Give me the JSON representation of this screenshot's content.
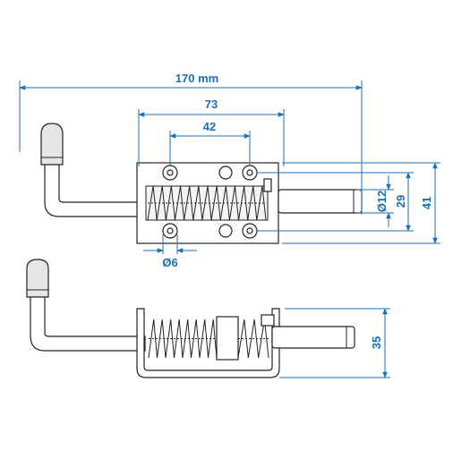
{
  "dimensions": {
    "overall_length": "170 mm",
    "housing_length": "73",
    "hole_spacing": "42",
    "hole_diameter": "Ø6",
    "pin_diameter": "Ø12",
    "hole_row_spacing": "29",
    "housing_height": "41",
    "mount_height": "35"
  },
  "colors": {
    "dimension": "#1a6fb5",
    "outline": "#222222"
  }
}
